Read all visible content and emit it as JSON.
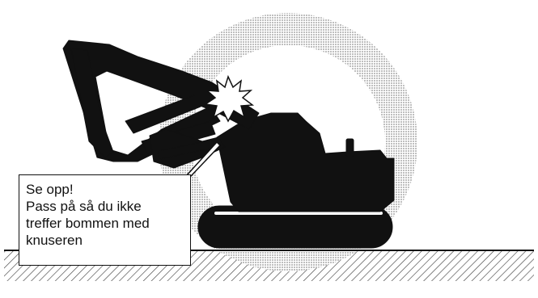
{
  "warning": {
    "lines": [
      "Se opp!",
      "Pass på så du ikke",
      "treffer bommen med",
      "knuseren"
    ]
  },
  "colors": {
    "silhouette": "#111111",
    "danger_zone": "#a8a8a8",
    "ground_hatch": "#444444",
    "background": "#ffffff"
  },
  "icons": [
    "excavator-icon",
    "impact-burst-icon",
    "danger-zone-ring",
    "ground-hatch"
  ]
}
